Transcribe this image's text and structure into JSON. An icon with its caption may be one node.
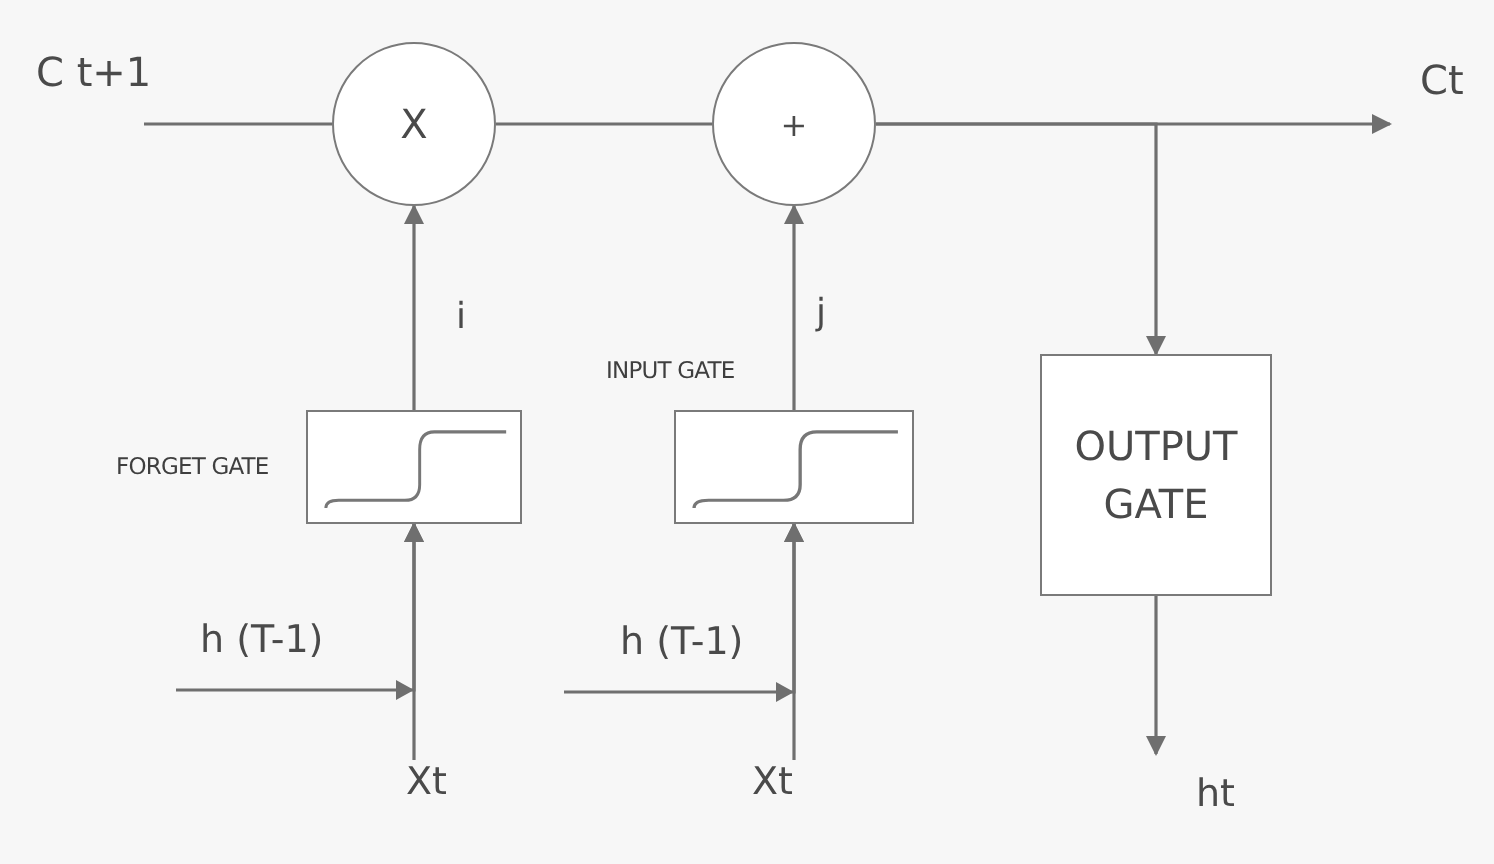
{
  "diagram": {
    "nodes": [
      {
        "text": [
          "X"
        ]
      },
      {
        "text": [
          "+"
        ]
      },
      {
        "text": [],
        "shape": "box",
        "beside": [
          "FORGET GATE"
        ]
      },
      {
        "text": [],
        "shape": "box",
        "beside": [
          "INPUT GATE"
        ]
      },
      {
        "text": [
          "OUTPUT GATE"
        ]
      },
      {
        "text": [
          "Xt"
        ]
      },
      {
        "text": [
          "Xt"
        ]
      }
    ],
    "edges": [
      {
        "from": null,
        "to": 0,
        "arrow": "none",
        "label": "C t+1"
      },
      {
        "from": 0,
        "to": 1,
        "arrow": "none"
      },
      {
        "from": 1,
        "to": null,
        "arrow": "to",
        "label": "Ct"
      },
      {
        "from": 2,
        "to": 0,
        "arrow": "to",
        "label": "i"
      },
      {
        "from": 3,
        "to": 1,
        "arrow": "to",
        "label": "j"
      },
      {
        "from": 1,
        "to": 4,
        "arrow": "to"
      },
      {
        "from": 5,
        "to": 2,
        "arrow": "to"
      },
      {
        "from": null,
        "to": 2,
        "arrow": "to",
        "label": "h (T-1)"
      },
      {
        "from": 6,
        "to": 3,
        "arrow": "to"
      },
      {
        "from": null,
        "to": 3,
        "arrow": "to",
        "label": "h (T-1)"
      },
      {
        "from": 4,
        "to": null,
        "arrow": "to",
        "label": "ht"
      }
    ]
  }
}
